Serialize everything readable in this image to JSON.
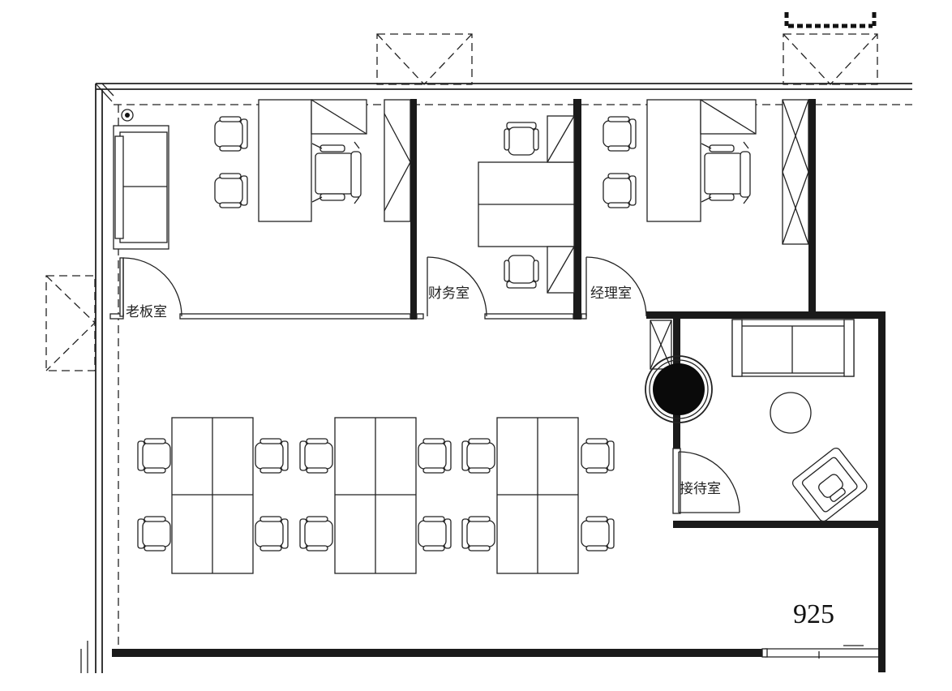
{
  "rooms": {
    "boss_office": "老板室",
    "finance_office": "财务室",
    "manager_office": "经理室",
    "reception_room": "接待室"
  },
  "dimension_label": "925",
  "colors": {
    "line": "#222222",
    "wall": "#1a1a1a",
    "background": "#ffffff"
  }
}
